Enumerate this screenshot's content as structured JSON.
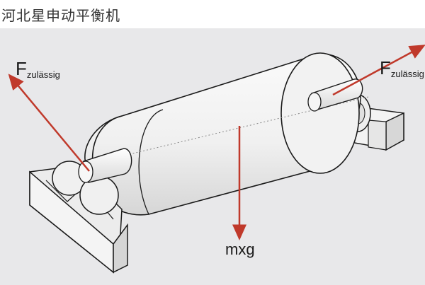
{
  "title": "河北星申动平衡机",
  "diagram": {
    "force_left": {
      "main": "F",
      "sub": "zulässig"
    },
    "force_right": {
      "main": "F",
      "sub": "zulässig"
    },
    "weight": {
      "label": "mxg"
    }
  },
  "colors": {
    "arrow": "#c0392b",
    "panel": "#e8e8ea",
    "support": "#ededed",
    "roller": "#f2f2f2",
    "outline": "#1a1a1a"
  },
  "icons": [
    "roller-icon",
    "support-block-icon",
    "force-arrow-icon"
  ]
}
